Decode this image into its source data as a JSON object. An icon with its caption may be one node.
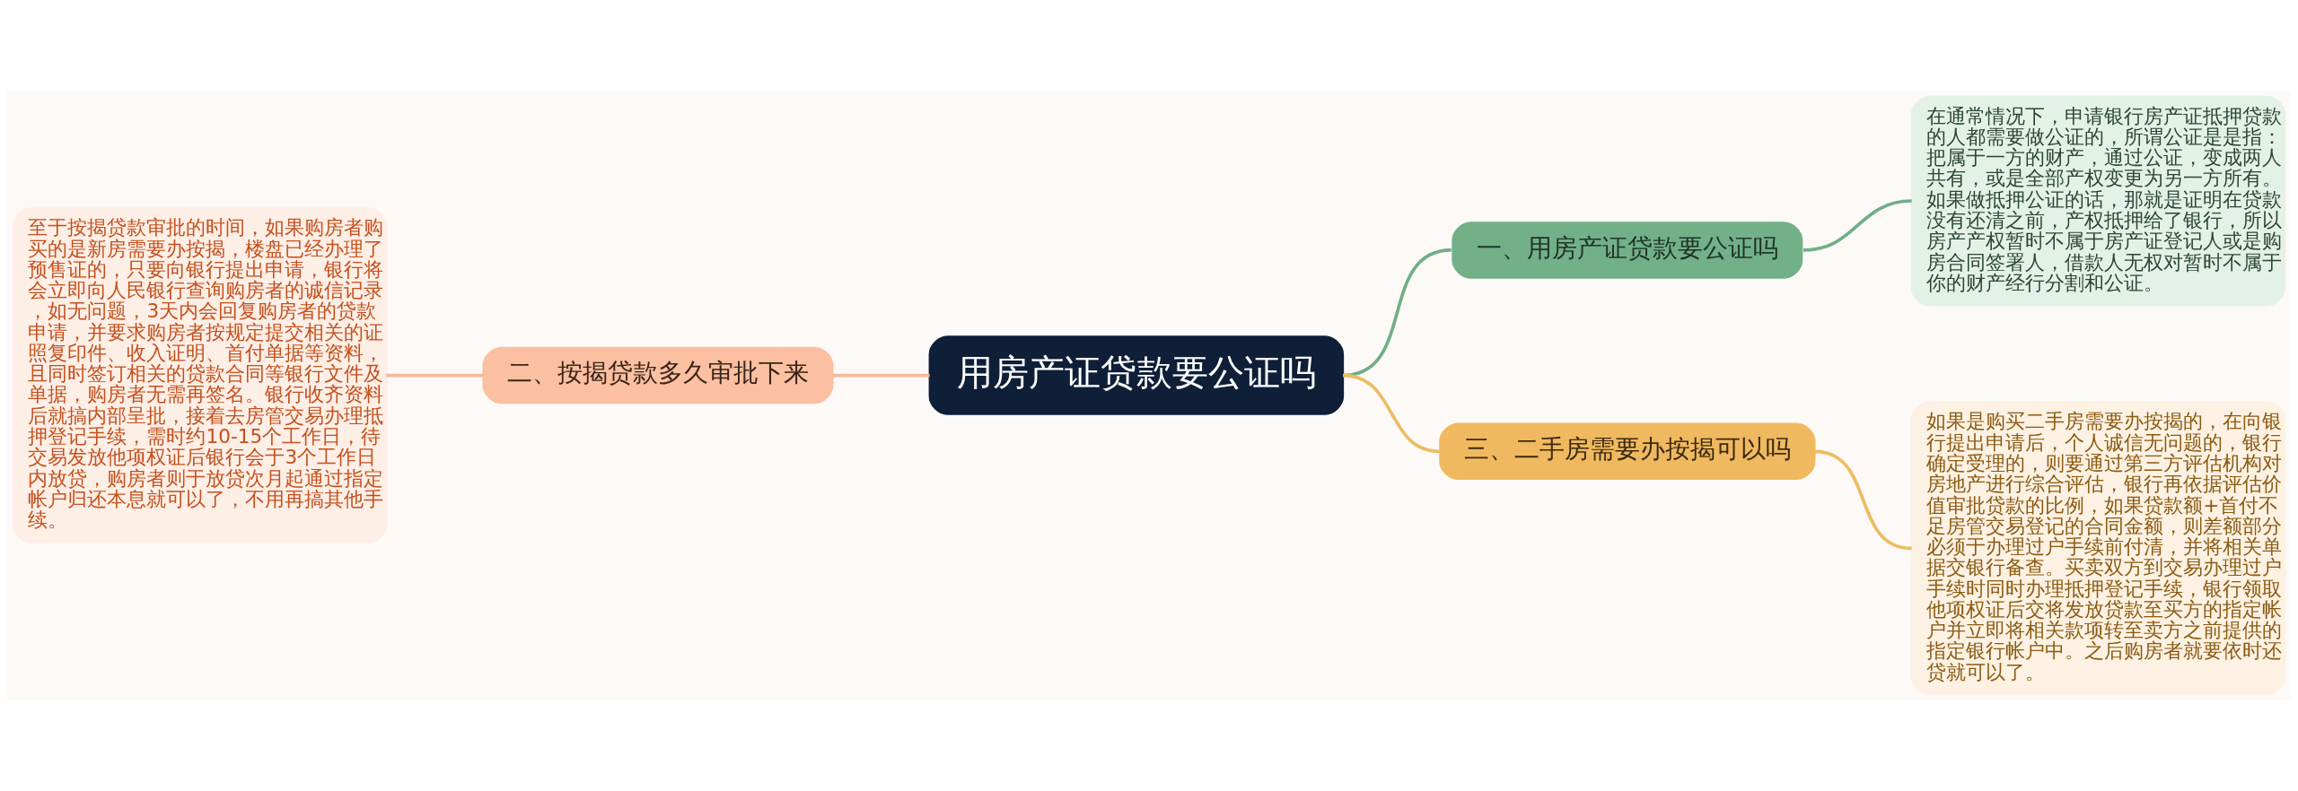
{
  "diagram": {
    "nodes": [
      {
        "text": [
          "用房产证贷款要公证吗"
        ]
      },
      {
        "text": [
          "一、用房产证贷款要公证吗"
        ]
      },
      {
        "text": [
          "在通常情况下，申请银行房产证抵押贷款的人都需要做公证的，所谓公证是是指：把属于一方的财产，通过公证，变成两人共有，或是全部产权变更为另一方所有。如果做抵押公证的话，那就是证明在贷款没有还清之前，产权抵押给了银行，所以房产产权暂时不属于房产证登记人或是购房合同签署人，借款人无权对暂时不属于你的财产经行分割和公证。"
        ]
      },
      {
        "text": [
          "二、按揭贷款多久审批下来"
        ]
      },
      {
        "text": [
          "至于按揭贷款审批的时间，如果购房者购买的是新房需要办按揭，楼盘已经办理了预售证的，只要向银行提出申请，银行将会立即向人民银行查询购房者的诚信记录，如无问题，3天内会回复购房者的贷款申请，并要求购房者按规定提交相关的证照复印件、收入证明、首付单据等资料，且同时签订相关的贷款合同等银行文件及单据，购房者无需再签名。银行收齐资料后就搞内部呈批，接着去房管交易办理抵押登记手续，需时约10-15个工作日，待交易发放他项权证后银行会于3个工作日内放贷，购房者则于放贷次月起通过指定帐户归还本息就可以了，不用再搞其他手续。"
        ]
      },
      {
        "text": [
          "三、二手房需要办按揭可以吗"
        ]
      },
      {
        "text": [
          "如果是购买二手房需要办按揭的，在向银行提出申请后，个人诚信无问题的，银行确定受理的，则要通过第三方评估机构对房地产进行综合评估，银行再依据评估价值审批贷款的比例，如果贷款额+首付不足房管交易登记的合同金额，则差额部分必须于办理过户手续前付清，并将相关单据交银行备查。买卖双方到交易办理过户手续时同时办理抵押登记手续，银行领取他项权证后交将发放贷款至买方的指定帐户并立即将相关款项转至卖方之前提供的指定银行帐户中。之后购房者就要依时还贷就可以了。"
        ]
      }
    ],
    "edges": [
      {
        "from": 4,
        "to": 3,
        "arrow": "none",
        "color": "#f6b99e"
      },
      {
        "from": 3,
        "to": 0,
        "arrow": "none",
        "color": "#f6b99e"
      },
      {
        "from": 0,
        "to": 1,
        "arrow": "none",
        "color": "#6fae86"
      },
      {
        "from": 1,
        "to": 2,
        "arrow": "none",
        "color": "#6fae86"
      },
      {
        "from": 0,
        "to": 5,
        "arrow": "none",
        "color": "#ebbd63"
      },
      {
        "from": 5,
        "to": 6,
        "arrow": "none",
        "color": "#ebbd63"
      }
    ]
  }
}
